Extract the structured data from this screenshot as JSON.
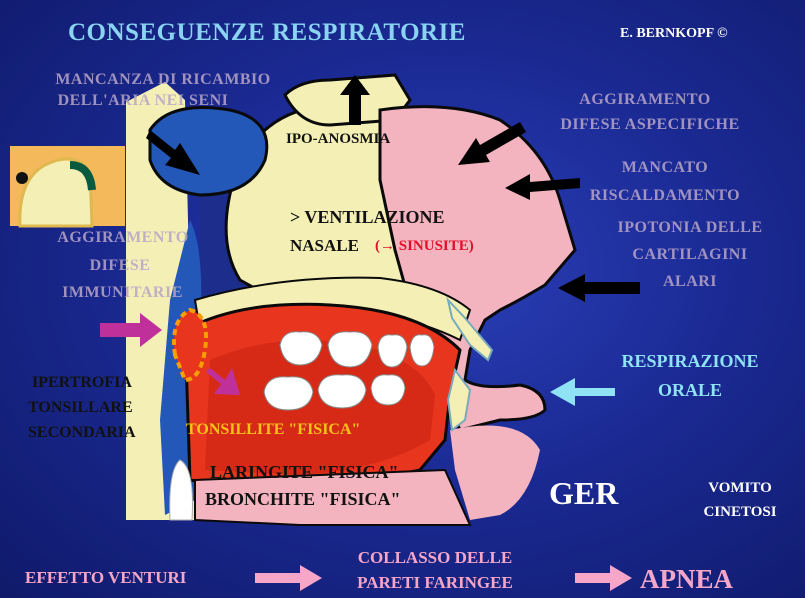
{
  "title": "CONSEGUENZE RESPIRATORIE",
  "author": "E. BERNKOPF ©",
  "labels": {
    "mancanza_1": "MANCANZA DI RICAMBIO",
    "mancanza_2": "DELL'ARIA NEI SENI",
    "ipo_anosmia": "IPO-ANOSMIA",
    "aggiramento_aspec_1": "AGGIRAMENTO",
    "aggiramento_aspec_2": "DIFESE ASPECIFICHE",
    "mancato_1": "MANCATO",
    "mancato_2": "RISCALDAMENTO",
    "ipotonia_1": "IPOTONIA DELLE",
    "ipotonia_2": "CARTILAGINI",
    "ipotonia_3": "ALARI",
    "ventilazione_1": "> VENTILAZIONE",
    "ventilazione_2": "NASALE",
    "sinusite": "(→ SINUSITE)",
    "aggiramento_imm_1": "AGGIRAMENTO",
    "aggiramento_imm_2": "DIFESE",
    "aggiramento_imm_3": "IMMUNITARIE",
    "ipertrofia_1": "IPERTROFIA",
    "ipertrofia_2": "TONSILLARE",
    "ipertrofia_3": "SECONDARIA",
    "tonsillite": "TONSILLITE \"FISICA\"",
    "laringite": "LARINGITE \"FISICA\"",
    "bronchite": "BRONCHITE \"FISICA\"",
    "respirazione_1": "RESPIRAZIONE",
    "respirazione_2": "ORALE",
    "ger": "GER",
    "vomito_1": "VOMITO",
    "vomito_2": "CINETOSI",
    "effetto_venturi": "EFFETTO VENTURI",
    "collasso_1": "COLLASSO DELLE",
    "collasso_2": "PARETI FARINGEE",
    "apnea": "APNEA"
  },
  "colors": {
    "background": "#1b2a94",
    "title": "#8ad4f2",
    "airway_pink": "#f3b3bf",
    "bone_cream": "#f4f0b5",
    "sinus_blue": "#2358b8",
    "oral_red": "#e8351e",
    "teeth": "#ffffff",
    "arrow_black": "#000000",
    "arrow_magenta": "#c0309a",
    "arrow_cyan": "#8fe3f5",
    "arrow_pink": "#f7a6c8",
    "orange_panel": "#f3b95a"
  }
}
